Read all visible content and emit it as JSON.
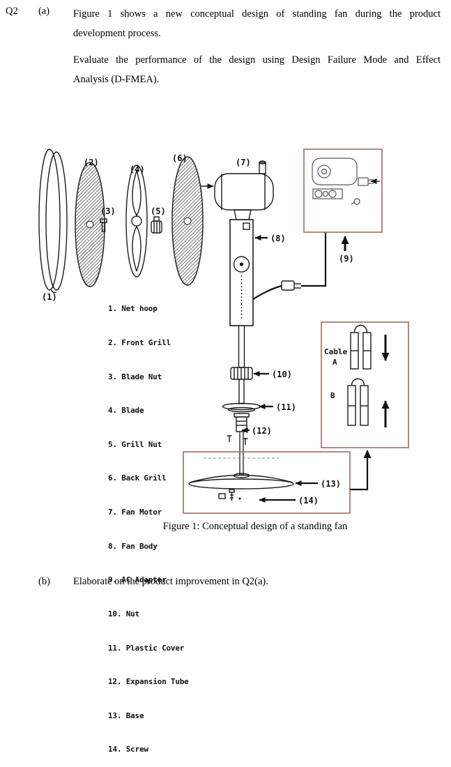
{
  "page": {
    "q_label": "Q2",
    "a_label": "(a)",
    "a_para1": [
      "Figure 1 shows a new conceptual design of standing fan during the product",
      "development process."
    ],
    "a_para2": [
      "Evaluate the performance of the design using Design Failure Mode and Effect",
      "Analysis (D-FMEA)."
    ],
    "caption": "Figure 1: Conceptual design of a standing fan",
    "b_label": "(b)",
    "b_text": "Elaborate on the product improvement in Q2(a)."
  },
  "figure": {
    "parts_list": [
      "1. Net hoop",
      "2. Front Grill",
      "3. Blade Nut",
      "4. Blade",
      "5. Grill Nut",
      "6. Back Grill",
      "7. Fan Motor",
      "8. Fan Body",
      "9. AC Adapter",
      "10. Nut",
      "11. Plastic Cover",
      "12. Expansion Tube",
      "13. Base",
      "14. Screw"
    ],
    "callouts": {
      "c1": "(1)",
      "c2": "(2)",
      "c3": "(3)",
      "c4": "(4)",
      "c5": "(5)",
      "c6": "(6)",
      "c7": "(7)",
      "c8": "(8)",
      "c9": "(9)",
      "c10": "(10)",
      "c11": "(11)",
      "c12": "(12)",
      "c13": "(13)",
      "c14": "(14)"
    },
    "cable_label": "Cable",
    "cable_a": "A",
    "cable_b": "B",
    "box_border_color": "#9b6e60"
  }
}
